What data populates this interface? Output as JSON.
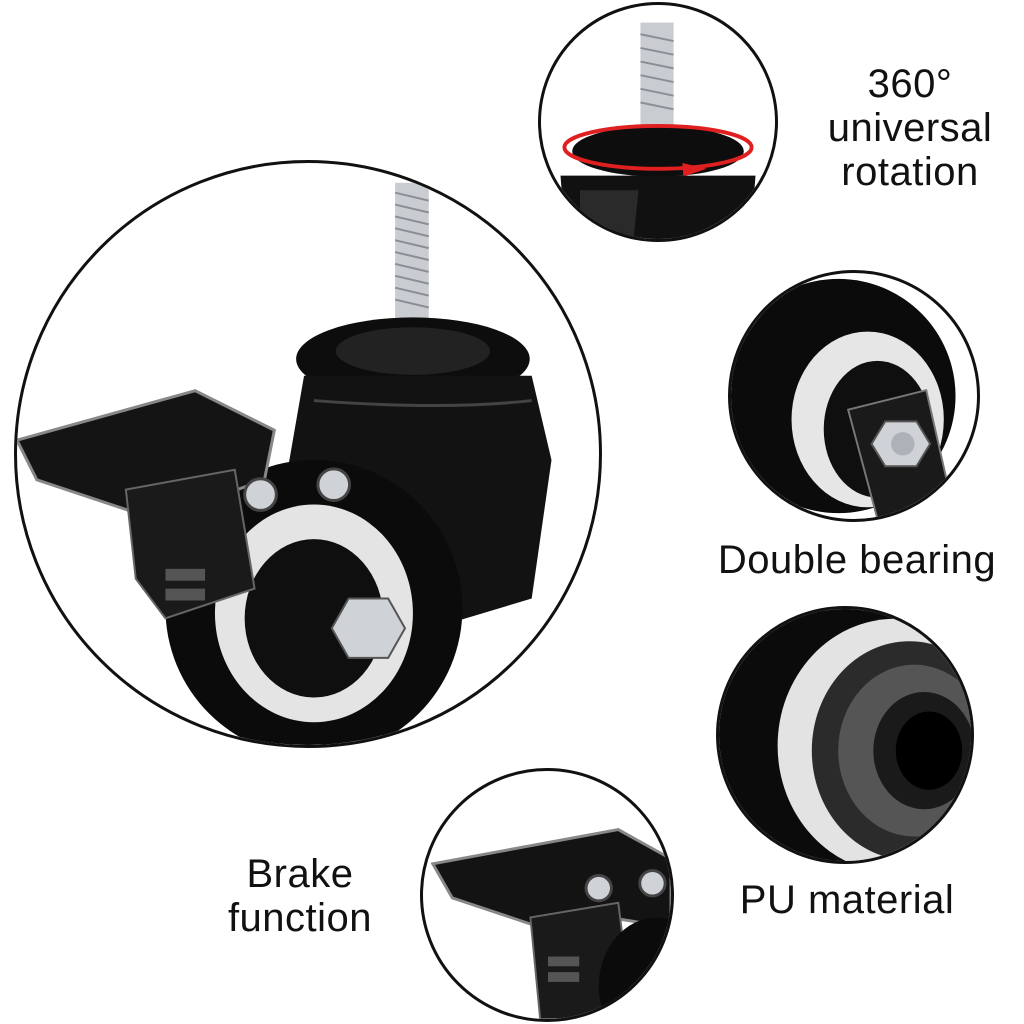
{
  "features": {
    "rotation": {
      "lines": [
        "360°",
        "universal",
        "rotation"
      ]
    },
    "bearing": {
      "label": "Double bearing"
    },
    "pu": {
      "label": "PU material"
    },
    "brake": {
      "lines": [
        "Brake",
        "function"
      ]
    }
  },
  "colors": {
    "ink": "#111111",
    "rotation_arrow": "#e02020",
    "thread": "#c9ccd1",
    "wheel_core": "#d9d9d9"
  },
  "icons": [
    "caster-wheel-icon",
    "threaded-stem-icon",
    "rotation-arrow-icon",
    "bearing-icon",
    "brake-pedal-icon"
  ]
}
